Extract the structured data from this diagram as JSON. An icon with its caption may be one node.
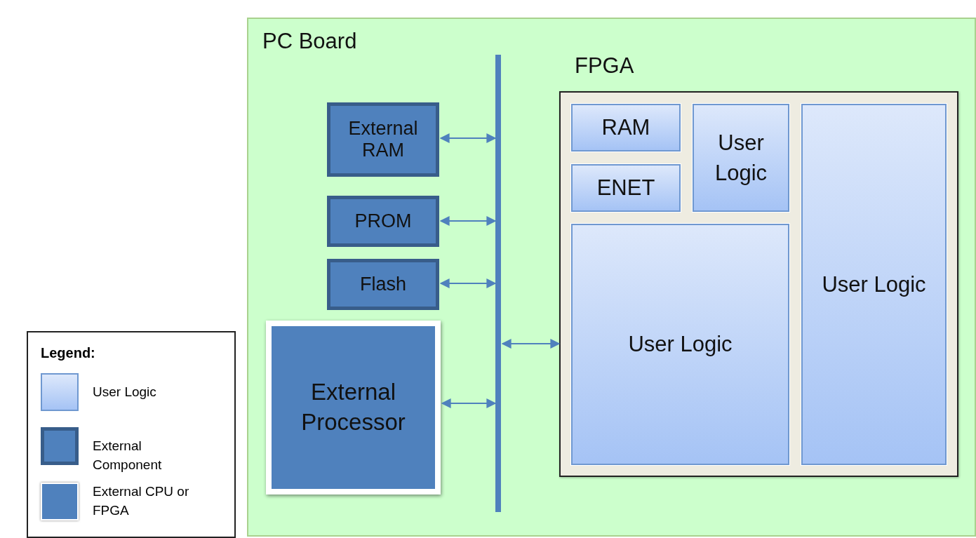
{
  "diagram": {
    "nodes": [
      {
        "text": [
          "PC Board"
        ]
      },
      {
        "text": [
          "External RAM"
        ],
        "in": 0
      },
      {
        "text": [
          "PROM"
        ],
        "in": 0
      },
      {
        "text": [
          "Flash"
        ],
        "in": 0
      },
      {
        "text": [
          "External Processor"
        ],
        "in": 0
      },
      {
        "text": [],
        "shape": "bar",
        "in": 0
      },
      {
        "text": [
          "FPGA"
        ],
        "in": 0
      },
      {
        "text": [
          "RAM"
        ],
        "in": 6
      },
      {
        "text": [
          "User Logic"
        ],
        "in": 6
      },
      {
        "text": [
          "ENET"
        ],
        "in": 6
      },
      {
        "text": [
          "User Logic"
        ],
        "in": 6
      },
      {
        "text": [
          "User Logic"
        ],
        "in": 6
      }
    ],
    "edges": [
      {
        "from": 1,
        "to": 5,
        "arrow": "both"
      },
      {
        "from": 2,
        "to": 5,
        "arrow": "both"
      },
      {
        "from": 3,
        "to": 5,
        "arrow": "both"
      },
      {
        "from": 4,
        "to": 5,
        "arrow": "both"
      },
      {
        "from": 5,
        "to": 6,
        "arrow": "both"
      }
    ],
    "labels": [
      "Legend:"
    ],
    "legend": [
      {
        "text": "User Logic",
        "color": "#c9dcfb"
      },
      {
        "text": "External Component",
        "color": "#4f81bd"
      },
      {
        "text": "External CPU or FPGA",
        "color": "#4f81bd"
      }
    ]
  }
}
